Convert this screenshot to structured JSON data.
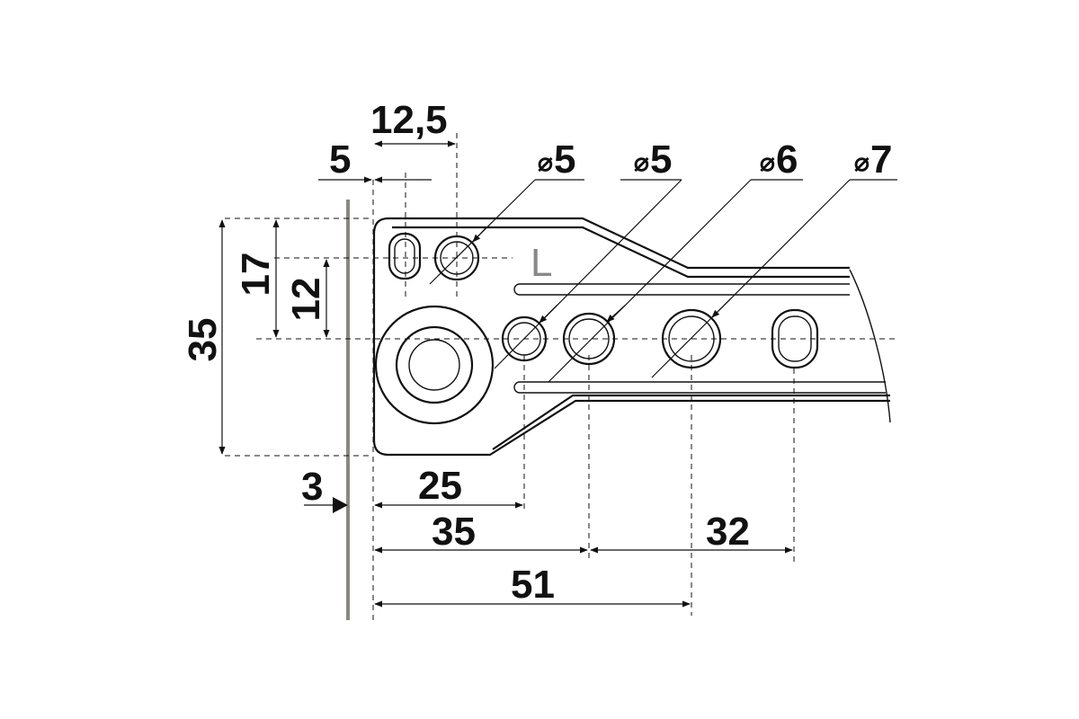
{
  "diagram": {
    "part_mark": "L",
    "diameter_symbol": "⌀",
    "diameters": [
      "5",
      "5",
      "6",
      "7"
    ],
    "dimensions": {
      "offset_12_5": "12,5",
      "offset_5": "5",
      "height_35": "35",
      "height_17": "17",
      "height_12": "12",
      "gap_3": "3",
      "length_25": "25",
      "length_35": "35",
      "spacing_32": "32",
      "length_51": "51"
    }
  }
}
